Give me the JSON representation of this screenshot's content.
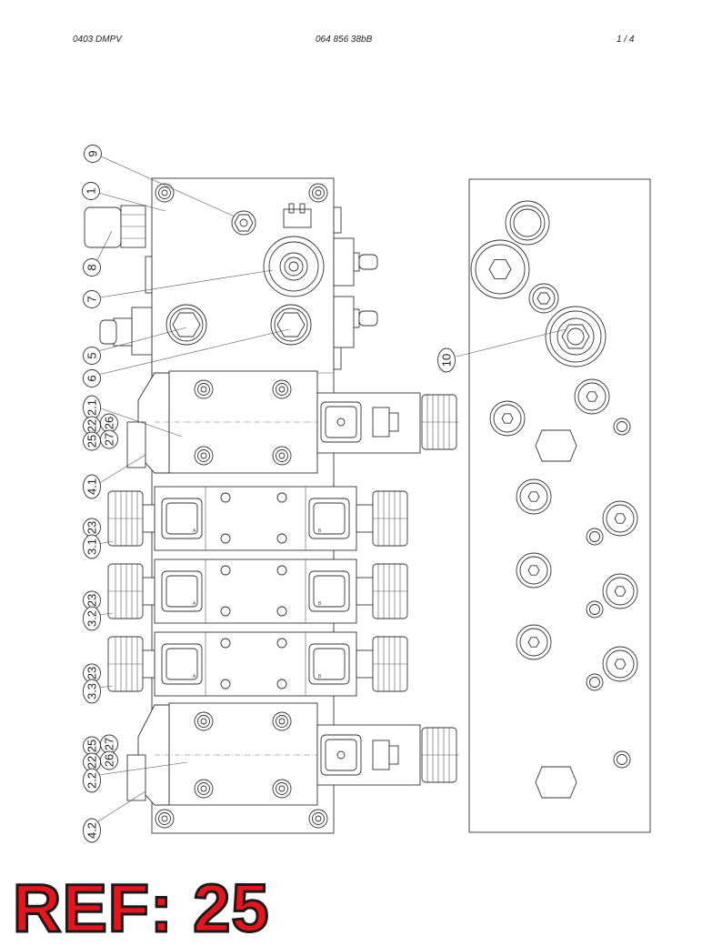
{
  "header": {
    "left": "0403  DMPV",
    "center": "064 856 38bB",
    "right": "1 /   4"
  },
  "ref_label": "REF: 25",
  "callouts": {
    "c9": "9",
    "c1": "1",
    "c8": "8",
    "c7": "7",
    "c5": "5",
    "c6": "6",
    "c10": "10",
    "c2_1": "2.1",
    "c22a": "22",
    "c25a": "25",
    "c26a": "26",
    "c27a": "27",
    "c4_1": "4.1",
    "c23a": "23",
    "c3_1": "3.1",
    "c23b": "23",
    "c3_2": "3.2",
    "c23c": "23",
    "c3_3": "3.3",
    "c27b": "27",
    "c25b": "25",
    "c26b": "26",
    "c22b": "22",
    "c2_2": "2.2",
    "c4_2": "4.2"
  },
  "solenoid_marks": {
    "a": "A",
    "b": "B"
  },
  "colors": {
    "ink": "#333333",
    "ref_red": "#e8141b"
  }
}
